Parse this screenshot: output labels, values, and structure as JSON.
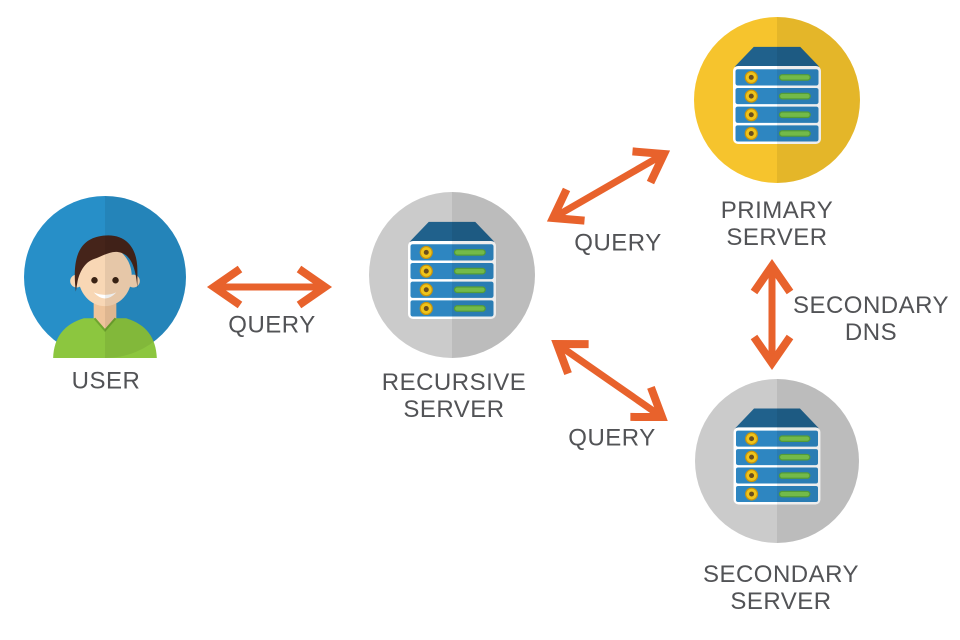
{
  "diagram": {
    "name": "dns-server-architecture",
    "nodes": {
      "user": {
        "label": "USER",
        "icon": "user-icon",
        "circle_color": "#278FC8"
      },
      "recursive": {
        "label_line1": "RECURSIVE",
        "label_line2": "SERVER",
        "icon": "server-icon",
        "circle_color": "#CBCBCB"
      },
      "primary": {
        "label_line1": "PRIMARY",
        "label_line2": "SERVER",
        "icon": "server-icon",
        "circle_color": "#F6C42D"
      },
      "secondary": {
        "label_line1": "SECONDARY",
        "label_line2": "SERVER",
        "icon": "server-icon",
        "circle_color": "#CBCBCB"
      }
    },
    "edges": {
      "user_recursive": {
        "label": "QUERY",
        "type": "bidirectional-arrow",
        "orientation": "horizontal"
      },
      "recursive_primary": {
        "label": "QUERY",
        "type": "bidirectional-arrow",
        "orientation": "diagonal-up"
      },
      "recursive_secondary": {
        "label": "QUERY",
        "type": "bidirectional-arrow",
        "orientation": "diagonal-down"
      },
      "primary_secondary": {
        "label_line1": "SECONDARY",
        "label_line2": "DNS",
        "type": "bidirectional-arrow",
        "orientation": "vertical"
      }
    },
    "colors": {
      "background": "#FFFFFF",
      "arrow_orange": "#E8622C",
      "label_text": "#525356",
      "user_circle_blue": "#278FC8",
      "server_circle_gray": "#CBCBCB",
      "server_circle_yellow": "#F6C42D",
      "server_body_blue": "#2E86C1",
      "server_top_blue": "#20618C",
      "server_led_yellow": "#F0C419",
      "server_bar_green": "#7CC94F",
      "shirt_green": "#8CC63F",
      "hair_brown": "#45241A",
      "skin": "#F8D7B5"
    }
  }
}
